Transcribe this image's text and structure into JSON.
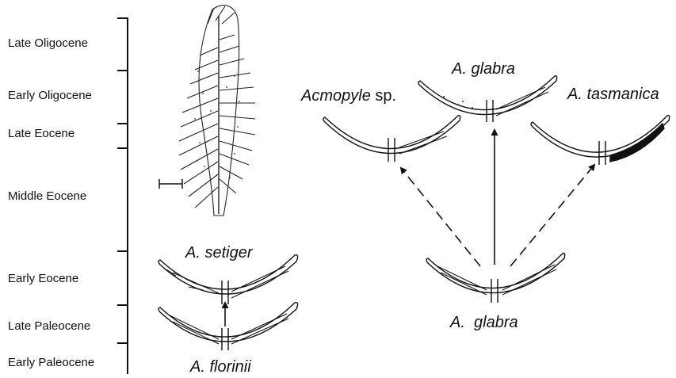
{
  "time_scale": {
    "epochs": [
      {
        "name": "Late Oligocene"
      },
      {
        "name": "Early Oligocene"
      },
      {
        "name": "Late Eocene"
      },
      {
        "name": "Middle Eocene"
      },
      {
        "name": "Early Eocene"
      },
      {
        "name": "Late Paleocene"
      },
      {
        "name": "Early Paleocene"
      }
    ]
  },
  "species_labels": {
    "setiger": "A. setiger",
    "florinii": "A. florinii",
    "glabra_top": "A. glabra",
    "acmopyle_genus": "Acmopyle",
    "acmopyle_sp": "sp.",
    "tasmanica": "A. tasmanica",
    "glabra_bottom": "A.  glabra"
  }
}
